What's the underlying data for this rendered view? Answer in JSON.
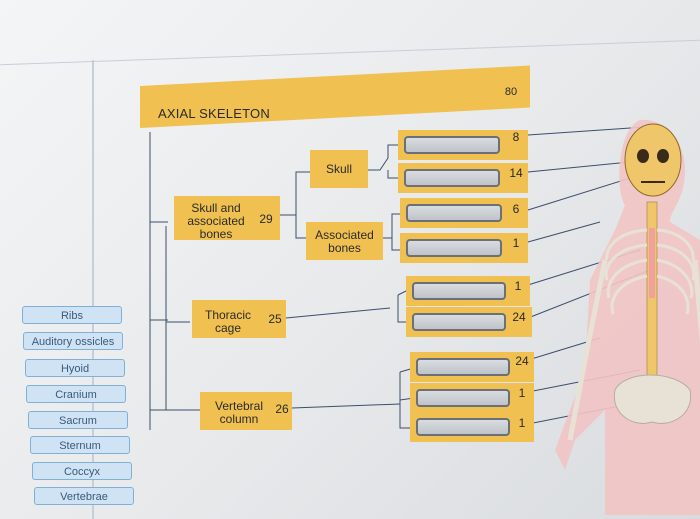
{
  "diagram": {
    "title": "AXIAL SKELETON",
    "total": "80",
    "groups": [
      {
        "label": "Skull and associated bones",
        "count": "29"
      },
      {
        "label": "Thoracic cage",
        "count": "25"
      },
      {
        "label": "Vertebral column",
        "count": "26"
      }
    ],
    "subgroups": [
      {
        "label": "Skull"
      },
      {
        "label": "Associated bones"
      }
    ],
    "slot_counts": [
      "8",
      "14",
      "6",
      "1",
      "1",
      "24",
      "24",
      "1",
      "1"
    ]
  },
  "word_bank": {
    "items": [
      "Ribs",
      "Auditory ossicles",
      "Hyoid",
      "Cranium",
      "Sacrum",
      "Sternum",
      "Coccyx",
      "Vertebrae"
    ]
  },
  "illustration": {
    "name": "skeleton illustration"
  }
}
